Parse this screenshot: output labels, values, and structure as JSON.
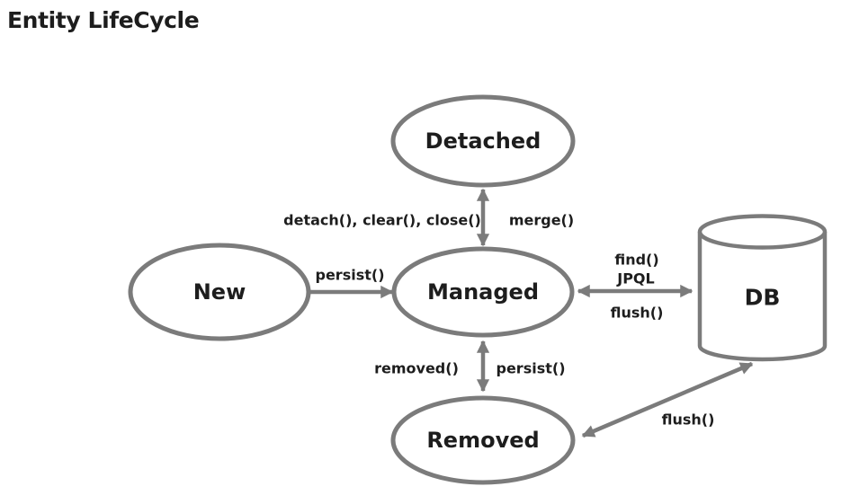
{
  "title": "Entity LifeCycle",
  "colors": {
    "stroke_gray": "#7b7b7b",
    "text_dark": "#1d1d1d",
    "background": "#ffffff"
  },
  "nodes": {
    "detached": {
      "label": "Detached"
    },
    "new_entity": {
      "label": "New"
    },
    "managed": {
      "label": "Managed"
    },
    "removed": {
      "label": "Removed"
    },
    "db": {
      "label": "DB"
    }
  },
  "edge_labels": {
    "detach_clear_close": "detach(), clear(), close()",
    "merge": "merge()",
    "persist_new": "persist()",
    "find": "find()",
    "jpql": "JPQL",
    "flush_managed": "flush()",
    "removed_call": "removed()",
    "persist_removed": "persist()",
    "flush_removed": "flush()"
  }
}
